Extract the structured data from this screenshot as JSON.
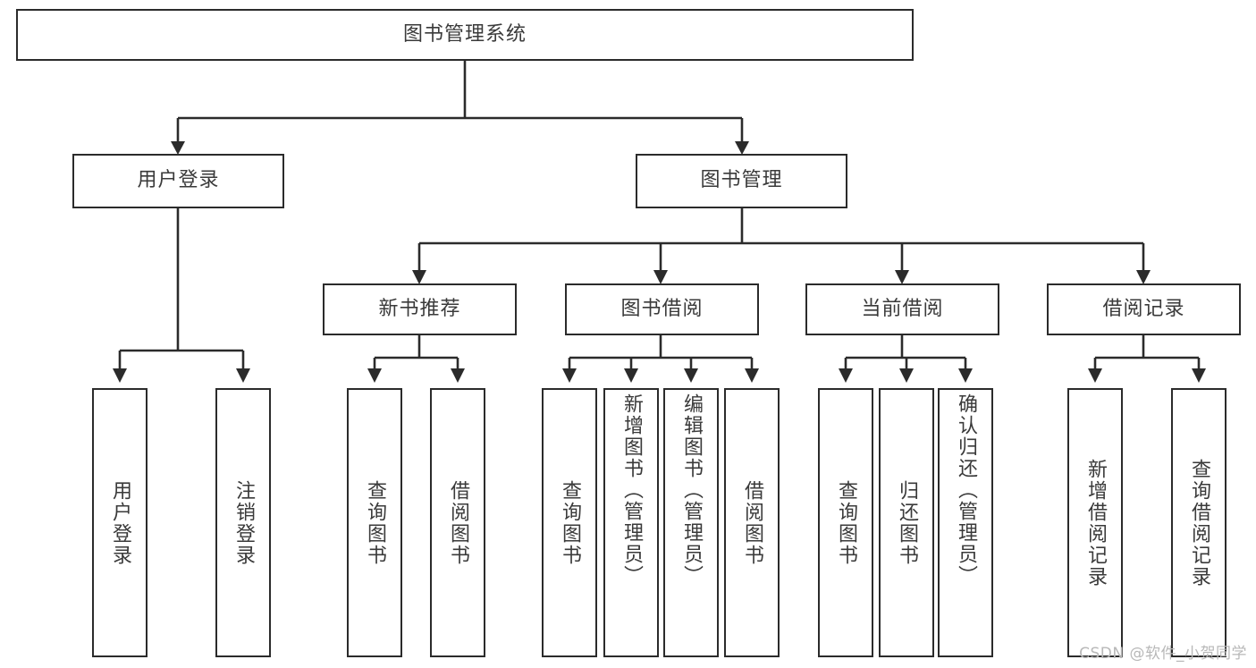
{
  "diagram": {
    "title": "图书管理系统",
    "type": "tree-hierarchy-chart",
    "background_color": "#ffffff",
    "line_color": "#2b2b2b",
    "text_color": "#3a3a3a",
    "root": {
      "id": "root",
      "label": "图书管理系统"
    },
    "level2": [
      {
        "id": "user-login",
        "label": "用户登录"
      },
      {
        "id": "book-management",
        "label": "图书管理"
      }
    ],
    "level3": [
      {
        "id": "new-book-recommend",
        "label": "新书推荐",
        "parent": "book-management"
      },
      {
        "id": "book-borrow",
        "label": "图书借阅",
        "parent": "book-management"
      },
      {
        "id": "current-borrow",
        "label": "当前借阅",
        "parent": "book-management"
      },
      {
        "id": "borrow-record",
        "label": "借阅记录",
        "parent": "book-management"
      }
    ],
    "leaves": {
      "user_login": [
        {
          "id": "leaf-user-login",
          "label": "用户登录"
        },
        {
          "id": "leaf-user-logout",
          "label": "注销登录"
        }
      ],
      "new_book_recommend": [
        {
          "id": "leaf-query-book-1",
          "label": "查询图书"
        },
        {
          "id": "leaf-borrow-book-1",
          "label": "借阅图书"
        }
      ],
      "book_borrow": [
        {
          "id": "leaf-query-book-2",
          "label": "查询图书"
        },
        {
          "id": "leaf-add-book",
          "label": "新增图书（管理员）"
        },
        {
          "id": "leaf-edit-book",
          "label": "编辑图书（管理员）"
        },
        {
          "id": "leaf-borrow-book-2",
          "label": "借阅图书"
        }
      ],
      "current_borrow": [
        {
          "id": "leaf-query-book-3",
          "label": "查询图书"
        },
        {
          "id": "leaf-return-book",
          "label": "归还图书"
        },
        {
          "id": "leaf-confirm-return",
          "label": "确认归还（管理员）"
        }
      ],
      "borrow_record": [
        {
          "id": "leaf-add-record",
          "label": "新增借阅记录"
        },
        {
          "id": "leaf-query-record",
          "label": "查询借阅记录"
        }
      ]
    }
  },
  "watermark": {
    "text": "CSDN @软件_小贺同学"
  }
}
